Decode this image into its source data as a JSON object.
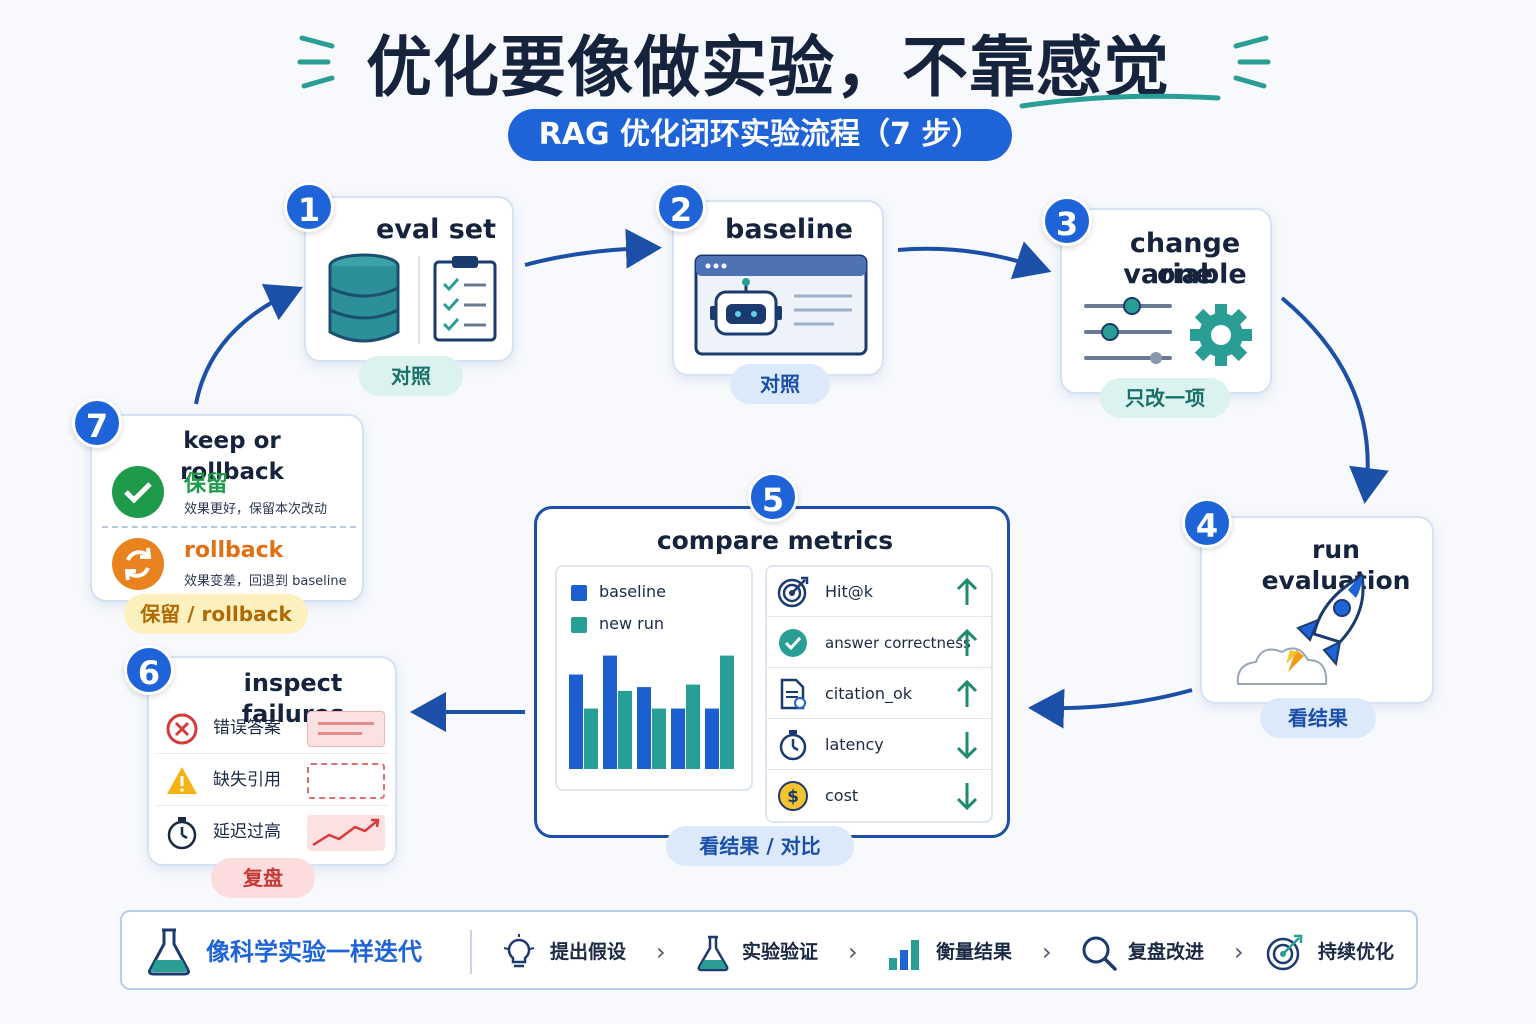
{
  "title": "优化要像做实验，不靠感觉",
  "subtitle": "RAG 优化闭环实验流程（7 步）",
  "steps": [
    {
      "num": "1",
      "title": "eval set",
      "tag": "对照"
    },
    {
      "num": "2",
      "title": "baseline",
      "tag": "对照"
    },
    {
      "num": "3",
      "title_line1": "change one",
      "title_line2": "variable",
      "tag": "只改一项"
    },
    {
      "num": "4",
      "title": "run evaluation",
      "tag": "看结果"
    },
    {
      "num": "5",
      "title": "compare metrics",
      "tag": "看结果 / 对比"
    },
    {
      "num": "6",
      "title": "inspect failures",
      "tag": "复盘"
    },
    {
      "num": "7",
      "title": "keep or rollback",
      "tag": "保留 / rollback"
    }
  ],
  "keep": {
    "label": "保留",
    "desc": "效果更好，保留本次改动"
  },
  "rollback": {
    "label": "rollback",
    "desc": "效果变差，回退到 baseline"
  },
  "legend": [
    "baseline",
    "new run"
  ],
  "chart_data": {
    "type": "bar",
    "title": "",
    "categories": [
      "",
      "",
      "",
      "",
      ""
    ],
    "series": [
      {
        "name": "baseline",
        "values": [
          0.75,
          0.9,
          0.65,
          0.48,
          0.48
        ]
      },
      {
        "name": "new run",
        "values": [
          0.48,
          0.62,
          0.48,
          0.67,
          0.9
        ]
      }
    ],
    "ylim": [
      0,
      1
    ],
    "colors": {
      "baseline": "#1c5fd0",
      "new run": "#279e96"
    }
  },
  "metrics": [
    {
      "label": "Hit@k",
      "direction": "up",
      "icon": "target-icon"
    },
    {
      "label": "answer correctness",
      "direction": "up",
      "icon": "check-circle-icon"
    },
    {
      "label": "citation_ok",
      "direction": "up",
      "icon": "document-icon"
    },
    {
      "label": "latency",
      "direction": "down",
      "icon": "stopwatch-icon"
    },
    {
      "label": "cost",
      "direction": "down",
      "icon": "dollar-coin-icon"
    }
  ],
  "failures": [
    {
      "label": "错误答案",
      "icon": "error-x-icon"
    },
    {
      "label": "缺失引用",
      "icon": "warning-icon"
    },
    {
      "label": "延迟过高",
      "icon": "stopwatch-icon"
    }
  ],
  "bottom": {
    "lead": "像科学实验一样迭代",
    "items": [
      "提出假设",
      "实验验证",
      "衡量结果",
      "复盘改进",
      "持续优化"
    ]
  },
  "colors": {
    "primary": "#1e64d8",
    "teal": "#279e96",
    "green": "#1e9a4a",
    "orange": "#e07012",
    "red": "#d63a3a"
  }
}
